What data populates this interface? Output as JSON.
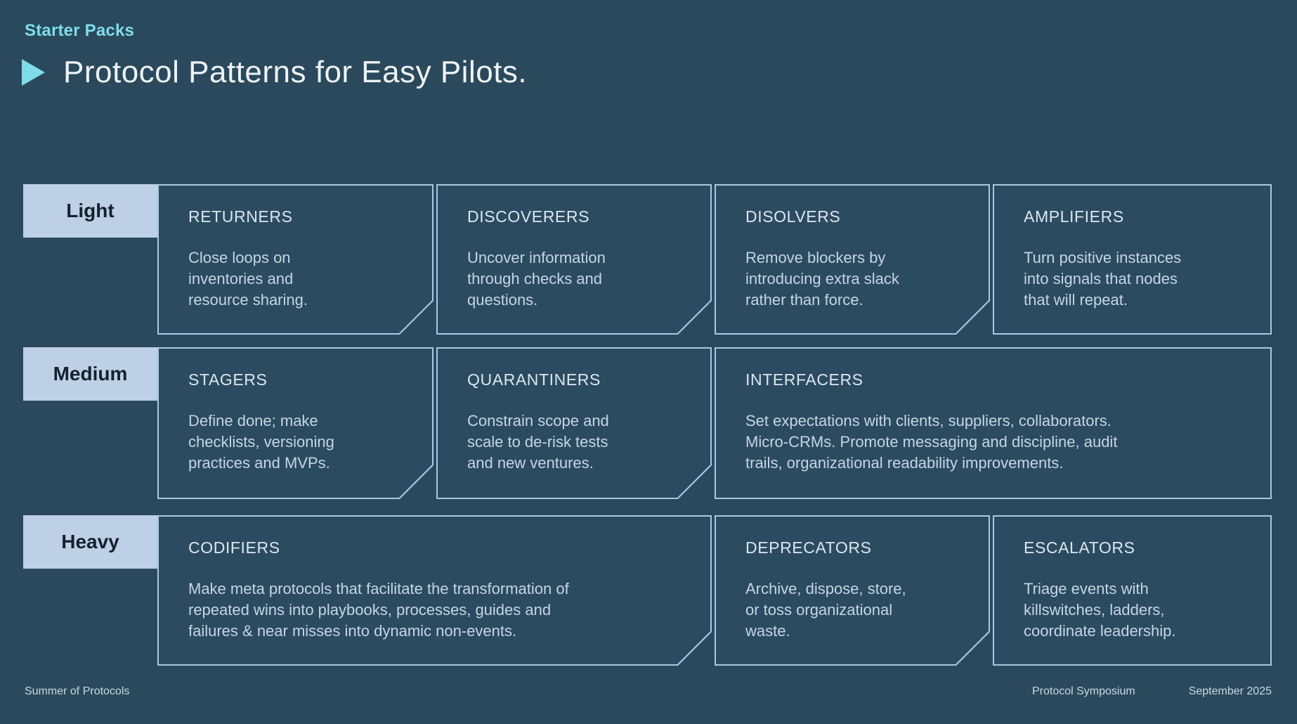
{
  "header": {
    "eyebrow": "Starter Packs",
    "title": "Protocol Patterns for Easy Pilots."
  },
  "grid": {
    "rows": [
      {
        "label": "Light",
        "cards": [
          {
            "title": "RETURNERS",
            "body_lines": [
              "Close loops on",
              "inventories and",
              "resource sharing."
            ]
          },
          {
            "title": "DISCOVERERS",
            "body_lines": [
              "Uncover information",
              "through checks and",
              "questions."
            ]
          },
          {
            "title": "DISOLVERS",
            "body_lines": [
              "Remove blockers by",
              "introducing extra slack",
              "rather than force."
            ]
          },
          {
            "title": "AMPLIFIERS",
            "body_lines": [
              "Turn positive instances",
              "into signals that nodes",
              "that will repeat."
            ]
          }
        ]
      },
      {
        "label": "Medium",
        "cards": [
          {
            "title": "STAGERS",
            "body_lines": [
              "Define done; make",
              "checklists, versioning",
              "practices and MVPs."
            ]
          },
          {
            "title": "QUARANTINERS",
            "body_lines": [
              "Constrain scope and",
              "scale to de-risk tests",
              "and new ventures."
            ]
          },
          {
            "title": "INTERFACERS",
            "body_lines": [
              "Set expectations with clients, suppliers, collaborators.",
              "Micro-CRMs. Promote messaging and discipline, audit",
              "trails, organizational readability improvements."
            ]
          }
        ]
      },
      {
        "label": "Heavy",
        "cards": [
          {
            "title": "CODIFIERS",
            "body_lines": [
              "Make meta protocols that facilitate the transformation of",
              "repeated wins into playbooks, processes, guides and",
              "failures & near misses into dynamic non-events."
            ]
          },
          {
            "title": "DEPRECATORS",
            "body_lines": [
              "Archive, dispose, store,",
              "or toss organizational",
              "waste."
            ]
          },
          {
            "title": "ESCALATORS",
            "body_lines": [
              "Triage events with",
              "killswitches, ladders,",
              "coordinate leadership."
            ]
          }
        ]
      }
    ]
  },
  "footer": {
    "left": "Summer of Protocols",
    "symposium": "Protocol Symposium",
    "date": "September 2025"
  },
  "colors": {
    "background": "#2a495d",
    "card_face": "#2b4b60",
    "card_border": "#aac8e4",
    "row_label_bg": "#bed0e6",
    "row_label_text": "#15212d",
    "accent_cyan": "#7edde9",
    "title_text": "#eef3f7",
    "card_title_text": "#dce6ef",
    "card_body_text": "#c6d5e3",
    "footer_text": "#c9d7e2"
  }
}
